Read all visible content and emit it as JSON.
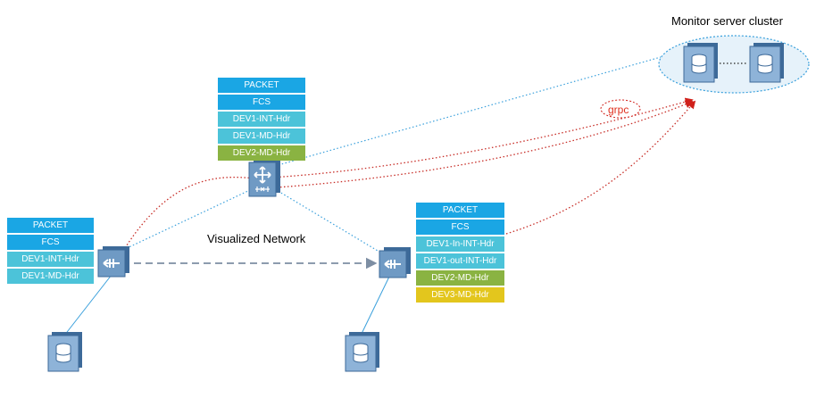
{
  "diagram": {
    "cluster_title": "Monitor server cluster",
    "network_label": "Visualized Network",
    "grpc_label": "grpc",
    "stacks": {
      "top": [
        {
          "text": "PACKET",
          "color": "#1aa6e4"
        },
        {
          "text": "FCS",
          "color": "#1aa6e4"
        },
        {
          "text": "DEV1-INT-Hdr",
          "color": "#4cc3d9"
        },
        {
          "text": "DEV1-MD-Hdr",
          "color": "#4cc3d9"
        },
        {
          "text": "DEV2-MD-Hdr",
          "color": "#8ab342"
        }
      ],
      "left": [
        {
          "text": "PACKET",
          "color": "#1aa6e4"
        },
        {
          "text": "FCS",
          "color": "#1aa6e4"
        },
        {
          "text": "DEV1-INT-Hdr",
          "color": "#4cc3d9"
        },
        {
          "text": "DEV1-MD-Hdr",
          "color": "#4cc3d9"
        }
      ],
      "right": [
        {
          "text": "PACKET",
          "color": "#1aa6e4"
        },
        {
          "text": "FCS",
          "color": "#1aa6e4"
        },
        {
          "text": "DEV1-In-INT-Hdr",
          "color": "#4cc3d9"
        },
        {
          "text": "DEV1-out-INT-Hdr",
          "color": "#4cc3d9"
        },
        {
          "text": "DEV2-MD-Hdr",
          "color": "#8ab342"
        },
        {
          "text": "DEV3-MD-Hdr",
          "color": "#e3c61d"
        }
      ]
    },
    "colors": {
      "blue_link": "#3aa0dc",
      "red_link": "#c8302a",
      "dashed_link": "#7d8ea3",
      "device_body": "#6f9ac4",
      "device_dark": "#3d6a99",
      "cluster_fill": "#e6f2fa",
      "cluster_stroke": "#3aa0dc"
    },
    "icons": {
      "router": "router-icon",
      "switch": "switch-icon",
      "server": "server-icon"
    }
  }
}
